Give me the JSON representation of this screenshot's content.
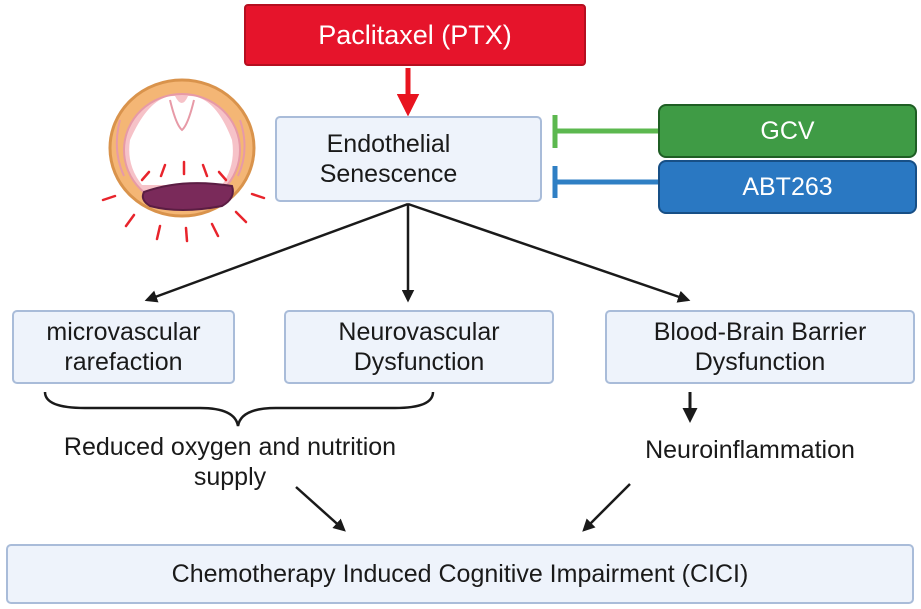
{
  "nodes": {
    "ptx": "Paclitaxel (PTX)",
    "senescence": "Endothelial\nSenescence",
    "gcv": "GCV",
    "abt263": "ABT263",
    "microvascular": "microvascular\nrarefaction",
    "neurovascular": "Neurovascular\nDysfunction",
    "bbb": "Blood-Brain Barrier\nDysfunction",
    "reduced_supply": "Reduced oxygen and nutrition\nsupply",
    "neuroinflammation": "Neuroinflammation",
    "cici": "Chemotherapy Induced Cognitive Impairment (CICI)"
  },
  "colors": {
    "ptx": "#e6142b",
    "up_arrow": "#e8141f",
    "gcv": "#3f9b45",
    "gcv_inhibit": "#5cb84f",
    "abt263": "#2a78c2",
    "abt_inhibit": "#2f7fc4",
    "box_fill": "#eef3fb",
    "box_border": "#a9bcd9",
    "arrow": "#1a1a1a"
  },
  "illustration": "senescent-endothelial-cell-icon"
}
